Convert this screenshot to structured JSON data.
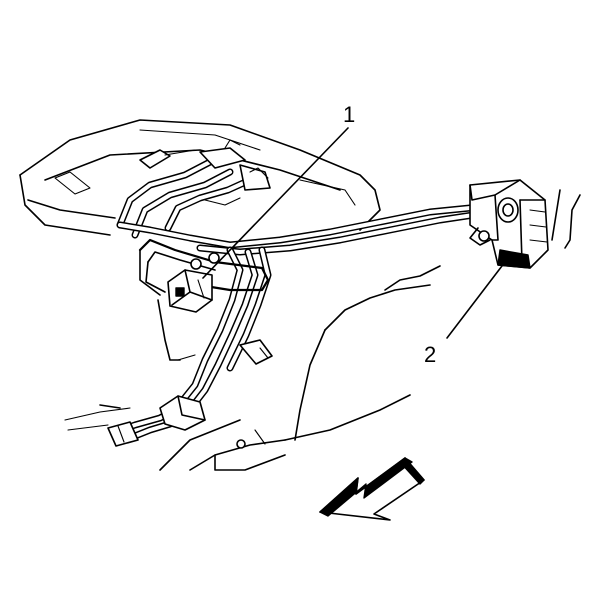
{
  "callouts": [
    {
      "id": "1",
      "text": "1"
    },
    {
      "id": "2",
      "text": "2"
    }
  ],
  "colors": {
    "ink": "#000000",
    "paper": "#ffffff"
  },
  "icons": {
    "direction": "arrow-pointing-forward-left-icon"
  }
}
